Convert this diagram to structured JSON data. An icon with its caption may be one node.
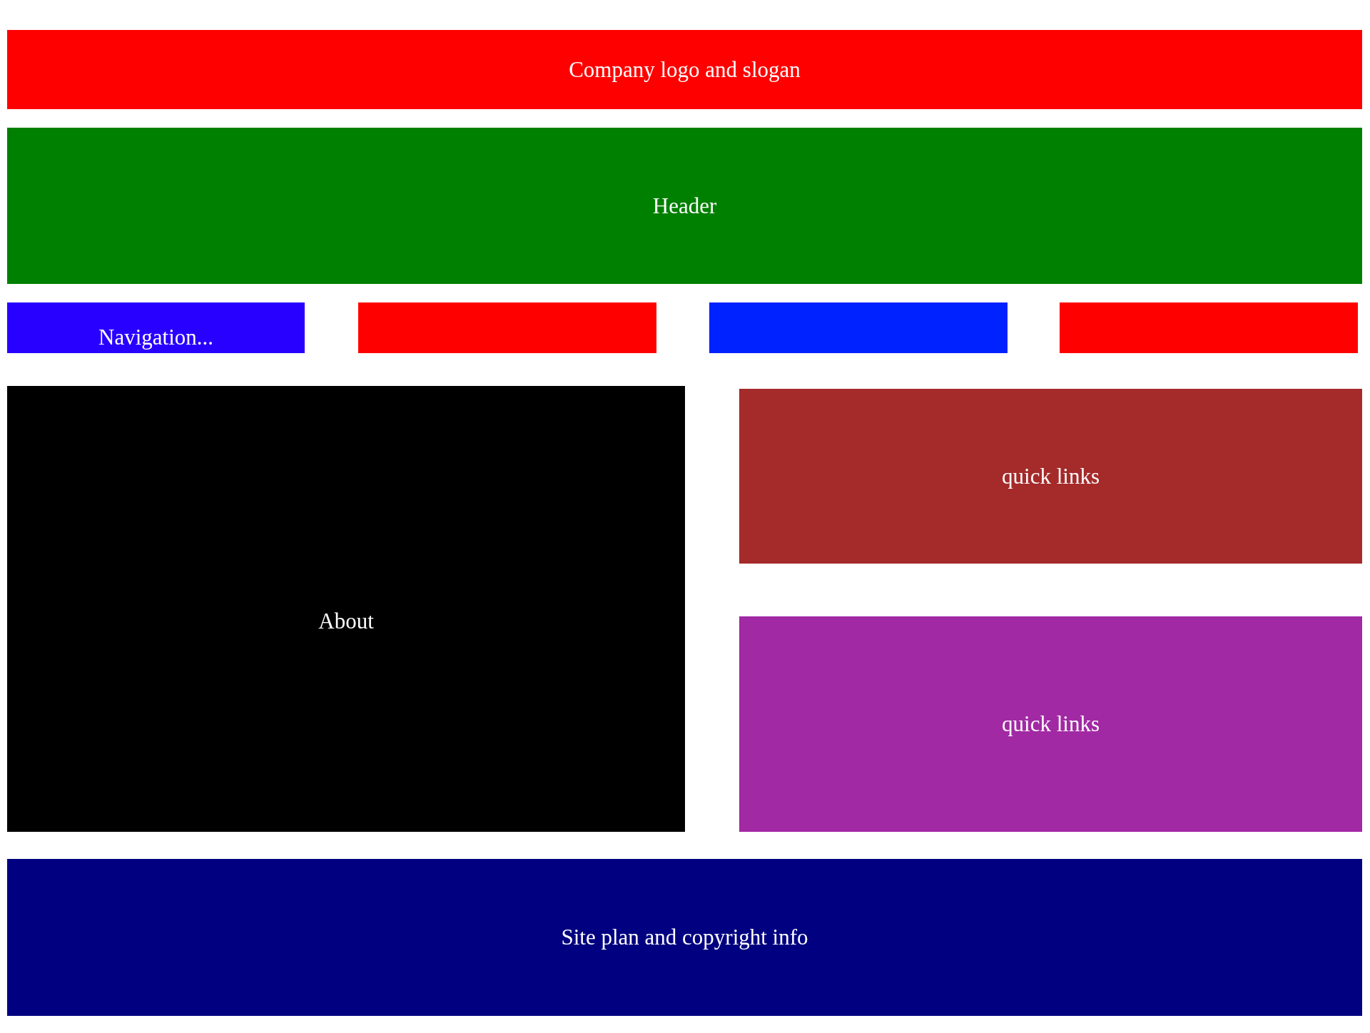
{
  "diagram": {
    "nodes": [
      {
        "text": [
          "Company logo and slogan"
        ]
      },
      {
        "text": [
          "Header"
        ]
      },
      {
        "text": [
          "Navigation..."
        ]
      },
      {
        "text": [],
        "shape": "box"
      },
      {
        "text": [],
        "shape": "box"
      },
      {
        "text": [],
        "shape": "box"
      },
      {
        "text": [
          "About"
        ]
      },
      {
        "text": [
          "quick links"
        ]
      },
      {
        "text": [
          "quick links"
        ]
      },
      {
        "text": [
          "Site plan and copyright info"
        ]
      }
    ]
  }
}
